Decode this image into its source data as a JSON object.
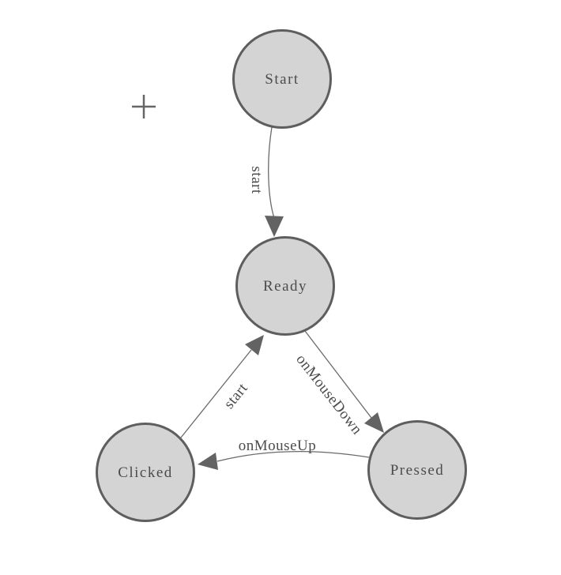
{
  "diagram": {
    "type": "state-machine",
    "background": "#ffffff",
    "colors": {
      "node_fill": "#d4d4d4",
      "node_border": "#5e5e5e",
      "edge_stroke": "#6a6a6a",
      "arrow_fill": "#636363",
      "label_text": "#4b4b4b",
      "cursor": "#666666"
    },
    "nodes": [
      {
        "id": "start",
        "label": "Start"
      },
      {
        "id": "ready",
        "label": "Ready"
      },
      {
        "id": "clicked",
        "label": "Clicked"
      },
      {
        "id": "pressed",
        "label": "Pressed"
      }
    ],
    "edges": [
      {
        "id": "start-to-ready",
        "from": "Start",
        "to": "Ready",
        "label": "start"
      },
      {
        "id": "ready-to-pressed",
        "from": "Ready",
        "to": "Pressed",
        "label": "onMouseDown"
      },
      {
        "id": "pressed-to-clicked",
        "from": "Pressed",
        "to": "Clicked",
        "label": "onMouseUp"
      },
      {
        "id": "clicked-to-ready",
        "from": "Clicked",
        "to": "Ready",
        "label": "start"
      }
    ]
  }
}
